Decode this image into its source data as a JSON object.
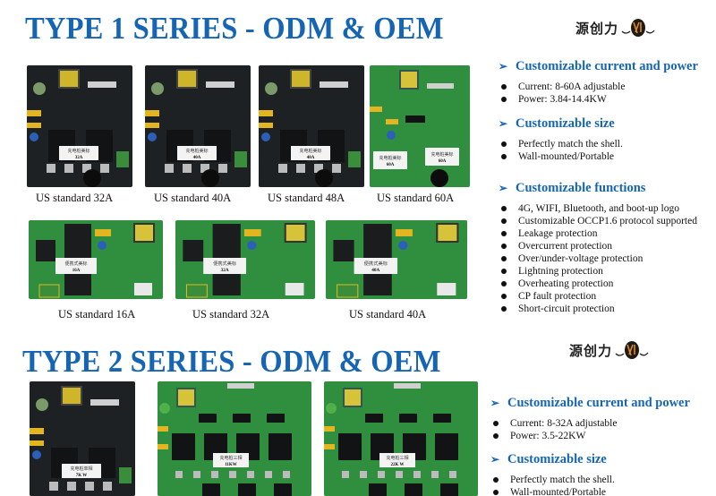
{
  "sections": [
    {
      "title": "TYPE 1 SERIES - ODM & OEM",
      "logo_text": "源创力",
      "boards_row1": [
        {
          "caption": "US standard 32A",
          "label_cn": "充电桩美标",
          "label_rating": "32A",
          "pcb": "black"
        },
        {
          "caption": "US standard 40A",
          "label_cn": "充电桩美标",
          "label_rating": "40A",
          "pcb": "black"
        },
        {
          "caption": "US standard 48A",
          "label_cn": "充电桩美标",
          "label_rating": "48A",
          "pcb": "black"
        },
        {
          "caption": "US standard 60A",
          "label_cn": "充电桩美标",
          "label_rating": "60A",
          "pcb": "green"
        }
      ],
      "boards_row2": [
        {
          "caption": "US standard 16A",
          "label_cn": "便携式美标",
          "label_rating": "16A",
          "pcb": "green"
        },
        {
          "caption": "US standard 32A",
          "label_cn": "便携式美标",
          "label_rating": "32A",
          "pcb": "green"
        },
        {
          "caption": "US standard 40A",
          "label_cn": "便携式美标",
          "label_rating": "40A",
          "pcb": "green"
        }
      ],
      "features": [
        {
          "heading": "Customizable current and power",
          "items": [
            "Current: 8-60A adjustable",
            "Power: 3.84-14.4KW"
          ]
        },
        {
          "heading": "Customizable size",
          "items": [
            "Perfectly match the shell.",
            "Wall-mounted/Portable"
          ]
        },
        {
          "heading": "Customizable functions",
          "items": [
            "4G, WIFI, Bluetooth, and boot-up logo",
            "Customizable OCCP1.6 protocol supported",
            "Leakage protection",
            "Overcurrent protection",
            "Over/under-voltage protection",
            "Lightning protection",
            "Overheating protection",
            "CP fault protection",
            "Short-circuit protection"
          ]
        }
      ]
    },
    {
      "title": "TYPE 2 SERIES - ODM & OEM",
      "logo_text": "源创力",
      "boards": [
        {
          "label_cn": "充电桩单相",
          "label_rating": "7K W",
          "pcb": "black"
        },
        {
          "label_cn": "充电桩三相",
          "label_rating": "11KW",
          "pcb": "green"
        },
        {
          "label_cn": "充电桩三相",
          "label_rating": "22K W",
          "pcb": "green"
        }
      ],
      "features": [
        {
          "heading": "Customizable current and power",
          "items": [
            "Current: 8-32A adjustable",
            "Power: 3.5-22KW"
          ]
        },
        {
          "heading": "Customizable size",
          "items": [
            "Perfectly match the shell.",
            "Wall-mounted/Portable"
          ]
        }
      ]
    }
  ],
  "colors": {
    "title_blue": "#1565b4",
    "pcb_black": "#1e2124",
    "pcb_green": "#2f8f3f"
  },
  "icons": {
    "heading_bullet": "arrow-right-icon",
    "list_bullet": "dot-icon"
  }
}
